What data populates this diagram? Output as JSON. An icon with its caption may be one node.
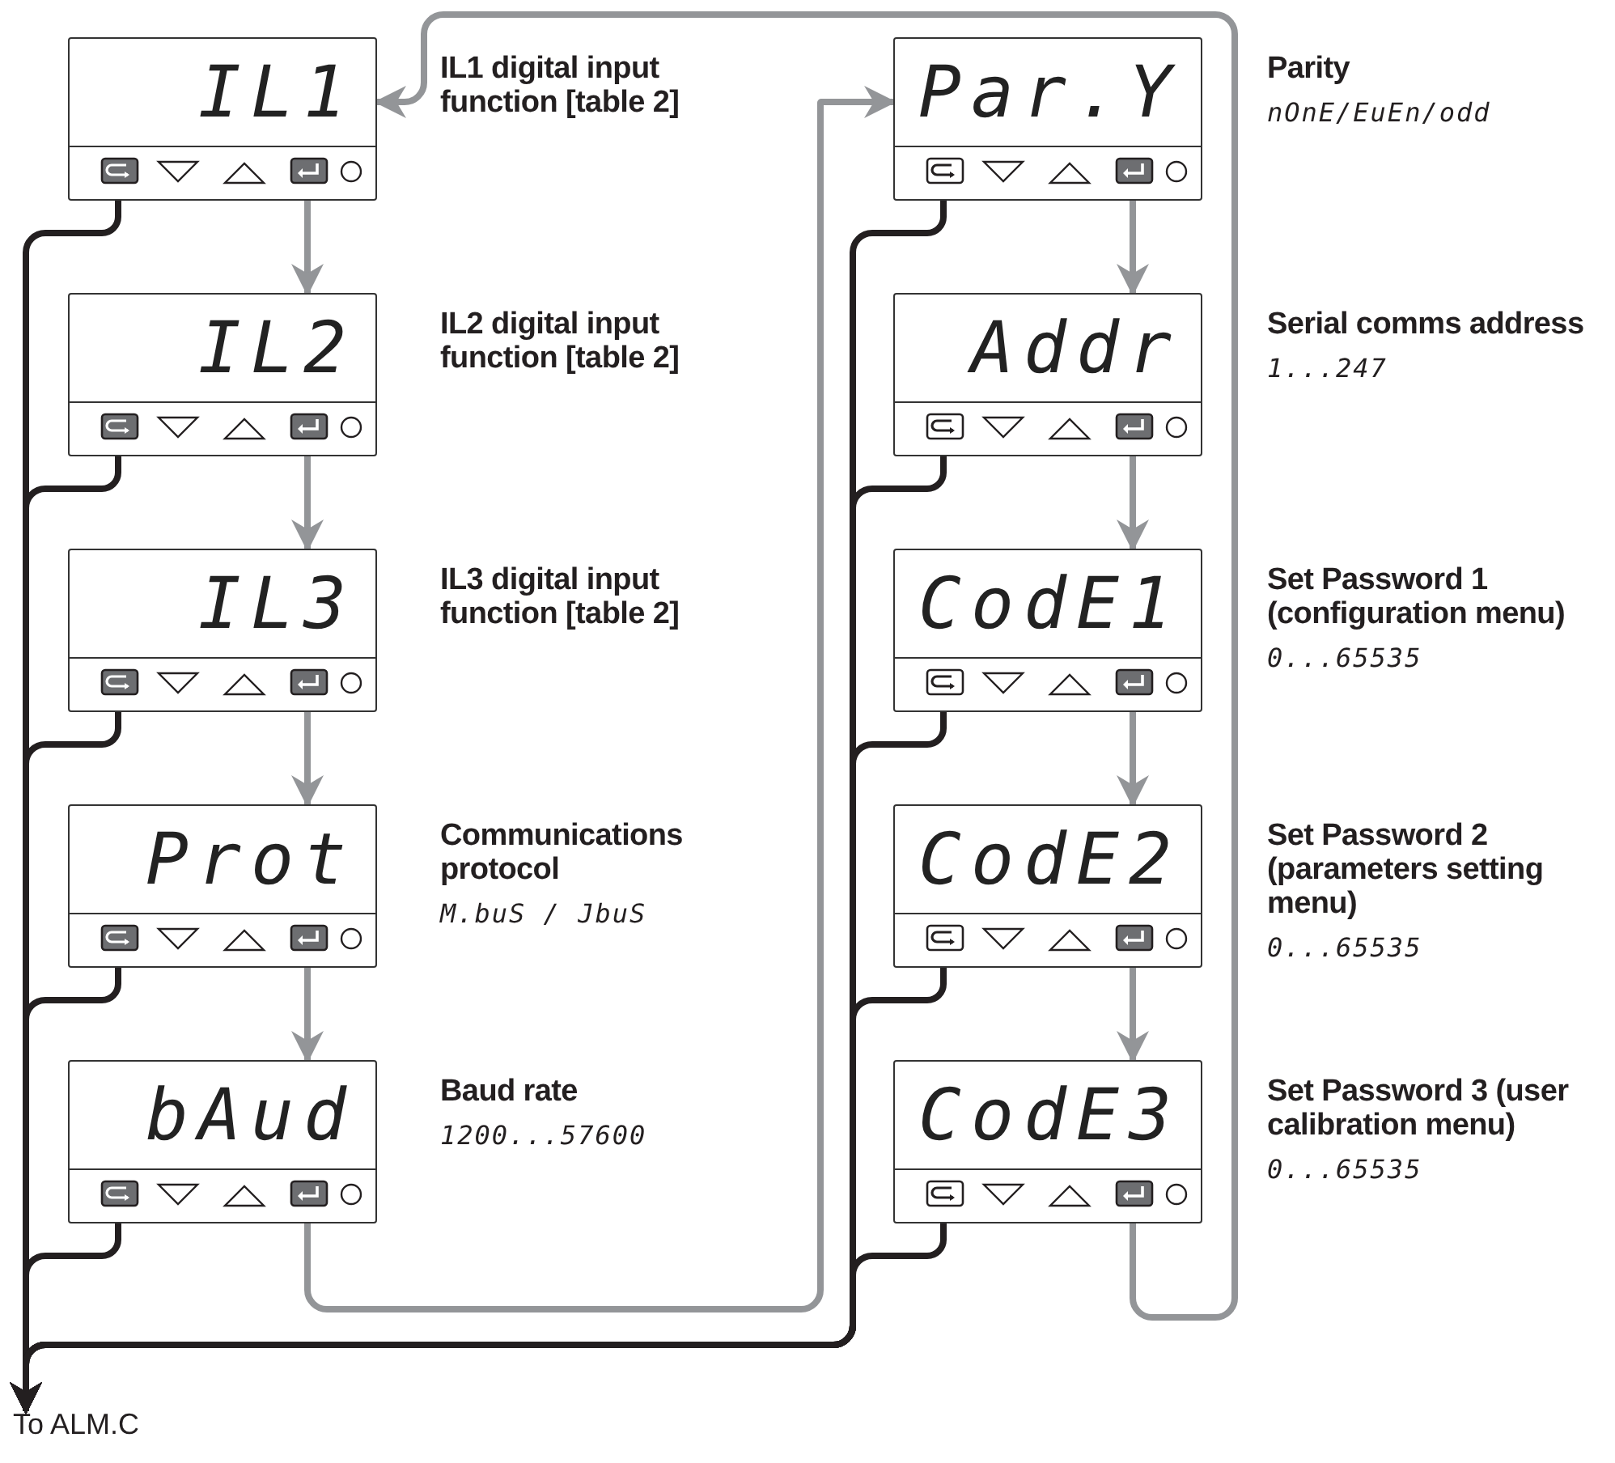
{
  "diagram": {
    "nodes": [
      {
        "text": [
          "IL1"
        ],
        "beside": [
          "IL1 digital input function [table 2]"
        ]
      },
      {
        "text": [
          "IL2"
        ],
        "beside": [
          "IL2 digital input function [table 2]"
        ]
      },
      {
        "text": [
          "IL3"
        ],
        "beside": [
          "IL3 digital input function [table 2]"
        ]
      },
      {
        "text": [
          "Prot"
        ],
        "beside": [
          "Communications protocol",
          "M.buS / JbuS"
        ]
      },
      {
        "text": [
          "bAud"
        ],
        "beside": [
          "Baud rate",
          "1200...57600"
        ]
      },
      {
        "text": [
          "Par.Y"
        ],
        "beside": [
          "Parity",
          "nOnE/EuEn/odd"
        ]
      },
      {
        "text": [
          "Addr"
        ],
        "beside": [
          "Serial comms address",
          "1...247"
        ]
      },
      {
        "text": [
          "CodE1"
        ],
        "beside": [
          "Set Password 1 (configuration menu)",
          "0...65535"
        ]
      },
      {
        "text": [
          "CodE2"
        ],
        "beside": [
          "Set Password 2 (parameters setting menu)",
          "0...65535"
        ]
      },
      {
        "text": [
          "CodE3"
        ],
        "beside": [
          "Set Password 3 (user calibration menu)",
          "0...65535"
        ]
      },
      {
        "text": [
          "To ALM.C"
        ]
      }
    ],
    "edges": [
      {
        "from": 0,
        "to": 1,
        "arrow": "to"
      },
      {
        "from": 1,
        "to": 2,
        "arrow": "to"
      },
      {
        "from": 2,
        "to": 3,
        "arrow": "to"
      },
      {
        "from": 3,
        "to": 4,
        "arrow": "to"
      },
      {
        "from": 4,
        "to": 5,
        "arrow": "to"
      },
      {
        "from": 5,
        "to": 6,
        "arrow": "to"
      },
      {
        "from": 6,
        "to": 7,
        "arrow": "to"
      },
      {
        "from": 7,
        "to": 8,
        "arrow": "to"
      },
      {
        "from": 8,
        "to": 9,
        "arrow": "to"
      },
      {
        "from": 9,
        "to": 0,
        "arrow": "to"
      },
      {
        "from": 0,
        "to": 10,
        "arrow": "to",
        "color": "#231f20"
      },
      {
        "from": 1,
        "to": 10,
        "arrow": "to",
        "color": "#231f20"
      },
      {
        "from": 2,
        "to": 10,
        "arrow": "to",
        "color": "#231f20"
      },
      {
        "from": 3,
        "to": 10,
        "arrow": "to",
        "color": "#231f20"
      },
      {
        "from": 4,
        "to": 10,
        "arrow": "to",
        "color": "#231f20"
      },
      {
        "from": 5,
        "to": 10,
        "arrow": "to",
        "color": "#231f20"
      },
      {
        "from": 6,
        "to": 10,
        "arrow": "to",
        "color": "#231f20"
      },
      {
        "from": 7,
        "to": 10,
        "arrow": "to",
        "color": "#231f20"
      },
      {
        "from": 8,
        "to": 10,
        "arrow": "to",
        "color": "#231f20"
      },
      {
        "from": 9,
        "to": 10,
        "arrow": "to",
        "color": "#231f20"
      }
    ]
  }
}
